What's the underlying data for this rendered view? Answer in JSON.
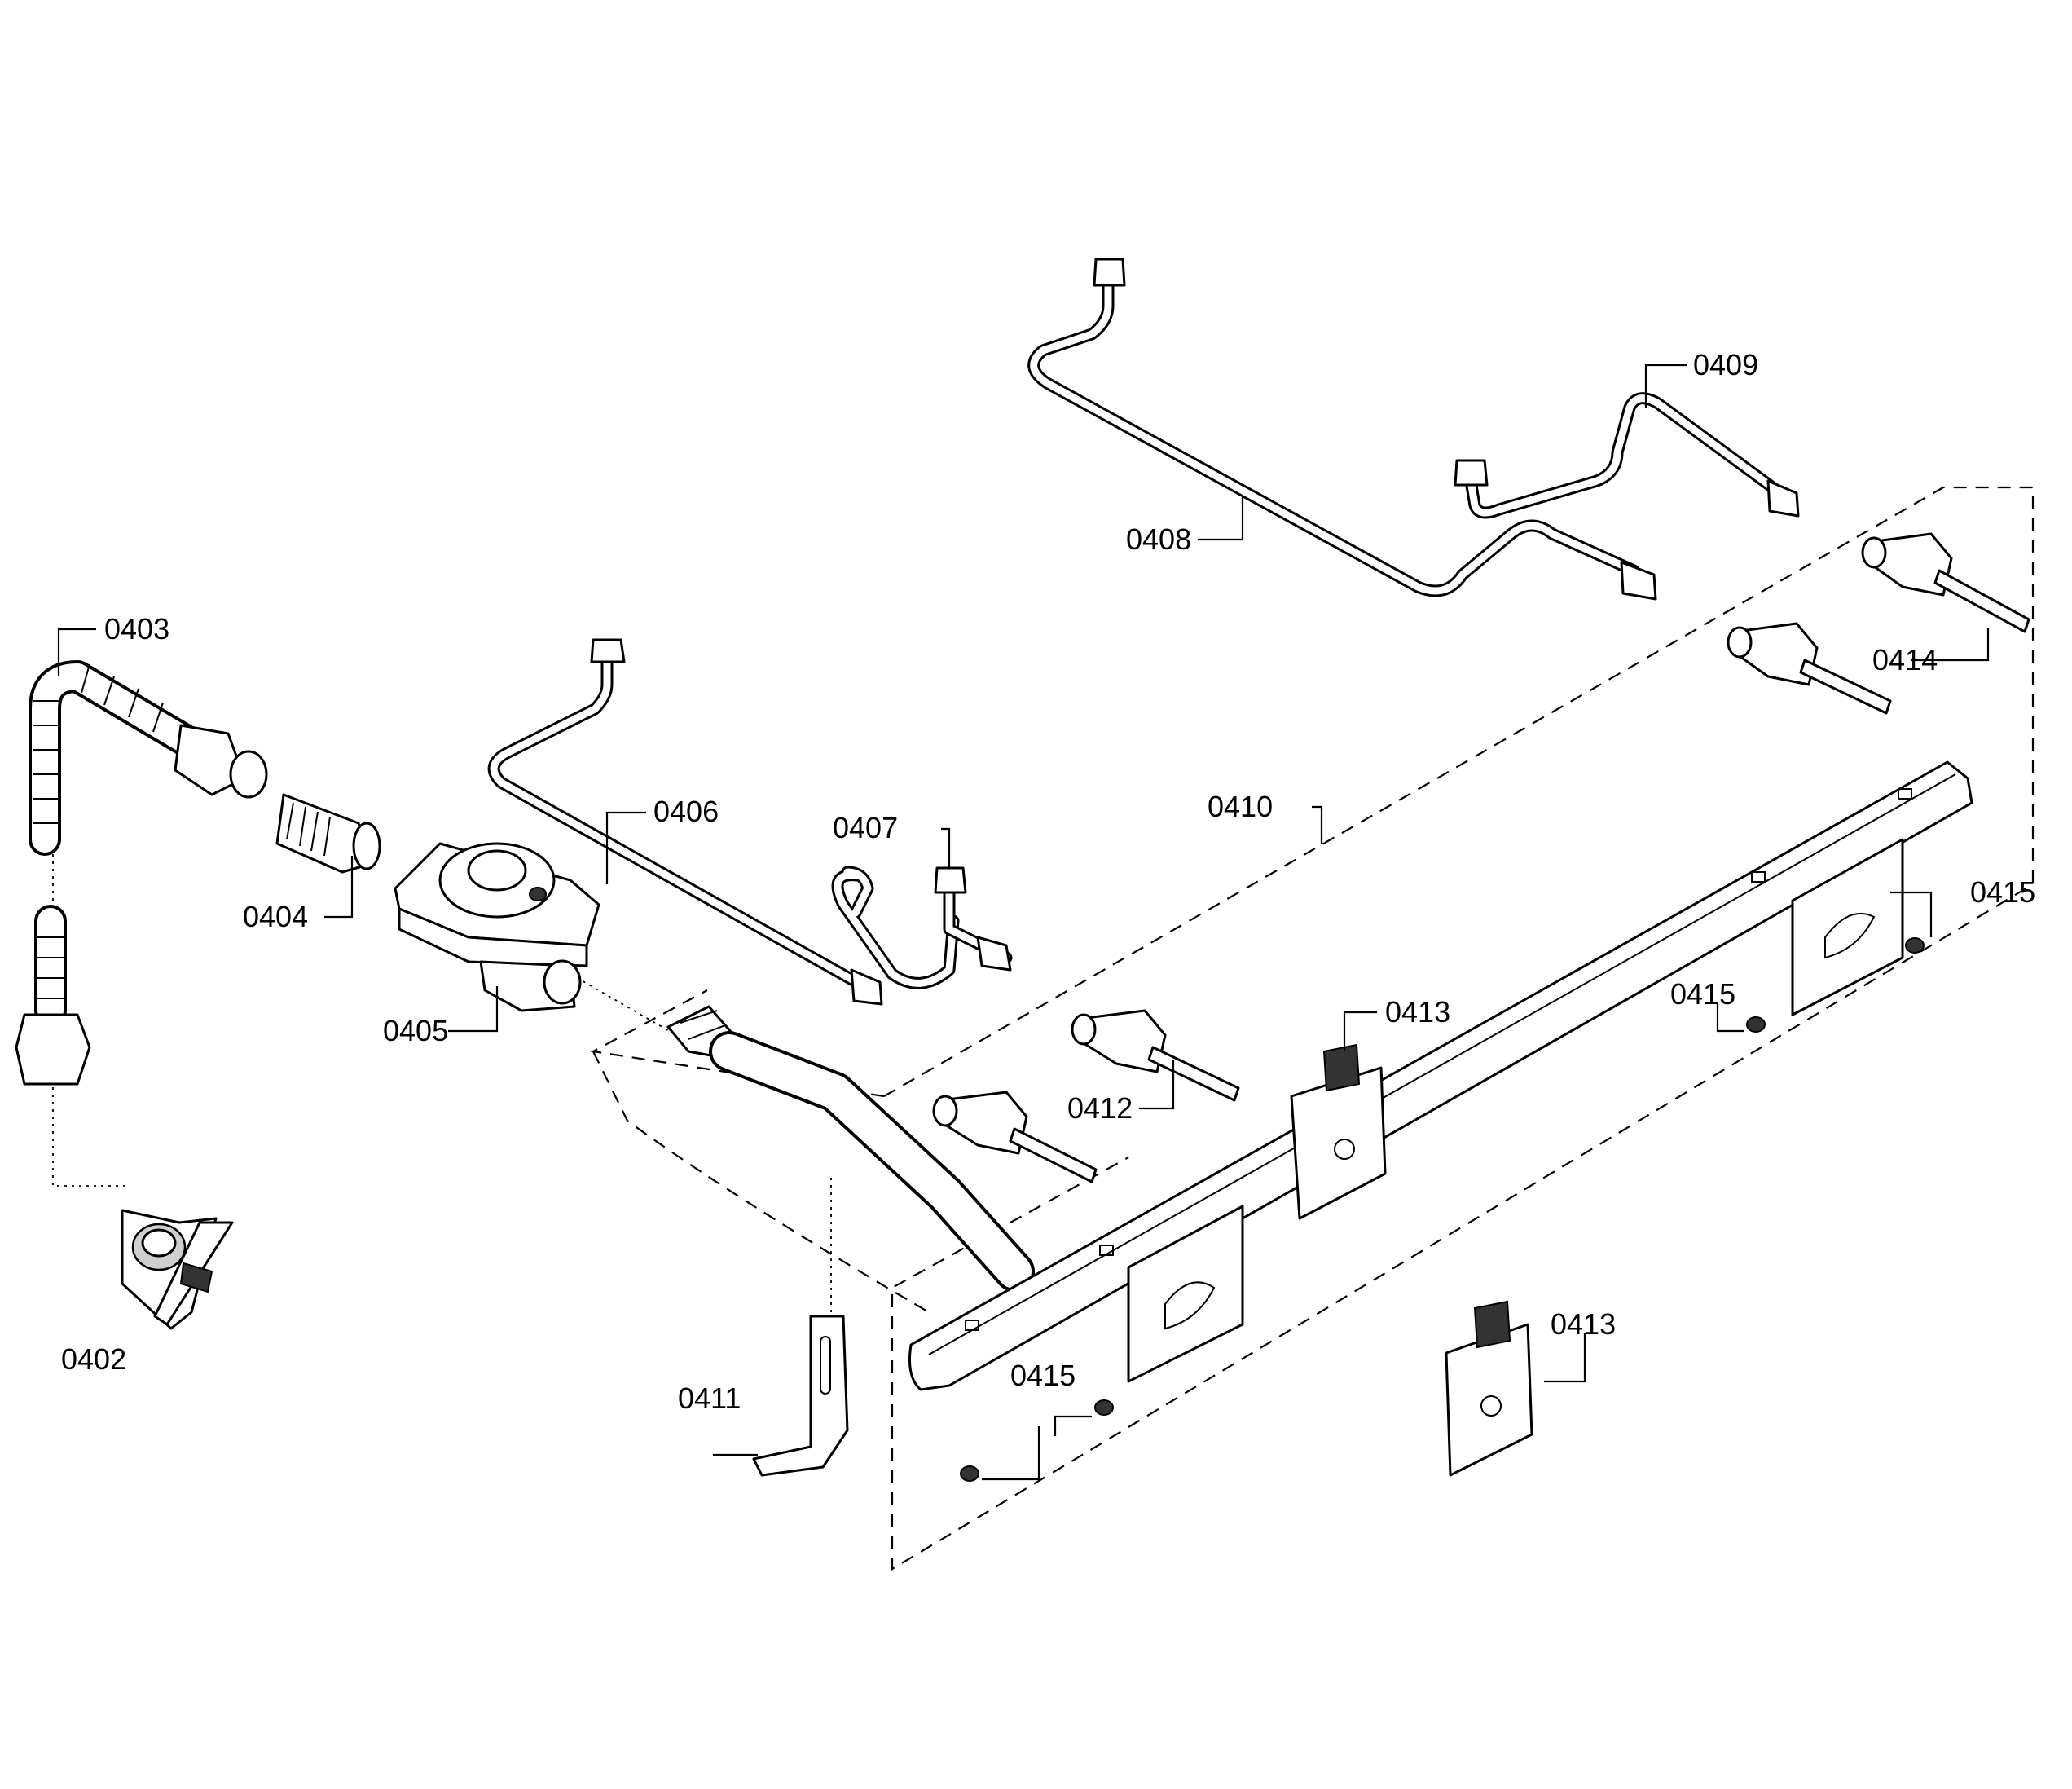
{
  "labels": {
    "p0402": "0402",
    "p0403": "0403",
    "p0404": "0404",
    "p0405": "0405",
    "p0406": "0406",
    "p0407": "0407",
    "p0408": "0408",
    "p0409": "0409",
    "p0410": "0410",
    "p0411": "0411",
    "p0412": "0412",
    "p0413a": "0413",
    "p0413b": "0413",
    "p0414": "0414",
    "p0415a": "0415",
    "p0415b": "0415",
    "p0415c": "0415"
  }
}
